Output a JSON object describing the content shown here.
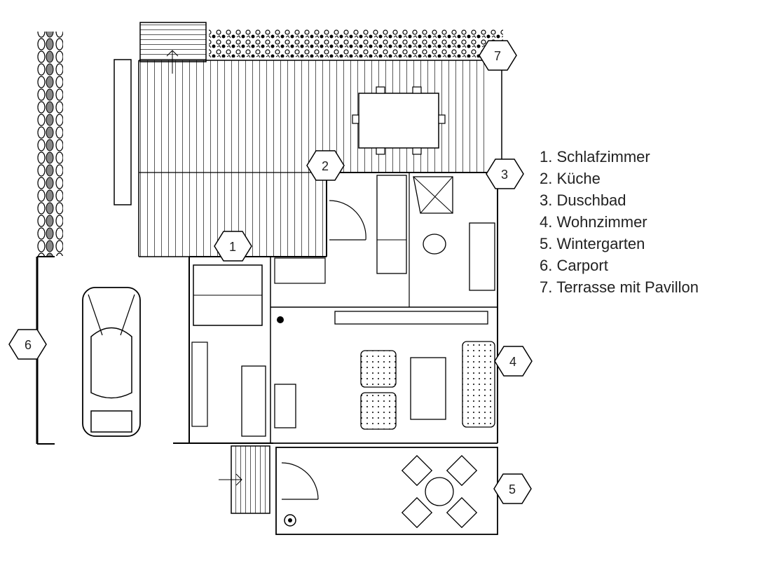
{
  "legend": {
    "items": [
      "1. Schlafzimmer",
      "2. Küche",
      "3. Duschbad",
      "4. Wohnzimmer",
      "5. Wintergarten",
      "6. Carport",
      "7. Terrasse mit Pavillon"
    ]
  },
  "badges": {
    "b1": "1",
    "b2": "2",
    "b3": "3",
    "b4": "4",
    "b5": "5",
    "b6": "6",
    "b7": "7"
  }
}
